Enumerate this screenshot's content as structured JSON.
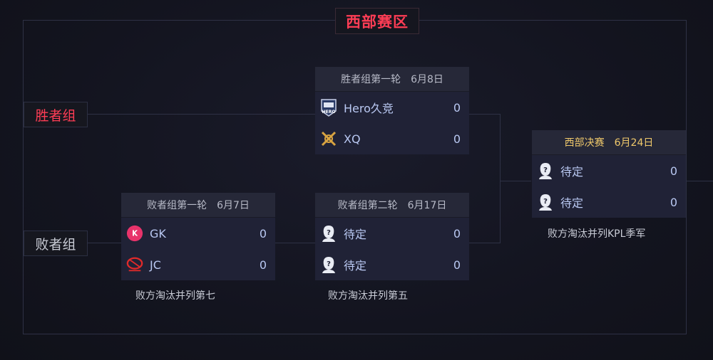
{
  "region_title": "西部赛区",
  "sides": {
    "winner": "胜者组",
    "loser": "败者组"
  },
  "matches": {
    "winner_r1": {
      "name": "胜者组第一轮",
      "date": "6月8日",
      "teams": [
        {
          "name": "Hero久竞",
          "score": "0",
          "logo": "hero-logo"
        },
        {
          "name": "XQ",
          "score": "0",
          "logo": "xq-logo"
        }
      ]
    },
    "loser_r1": {
      "name": "败者组第一轮",
      "date": "6月7日",
      "teams": [
        {
          "name": "GK",
          "score": "0",
          "logo": "gk-logo"
        },
        {
          "name": "JC",
          "score": "0",
          "logo": "jc-logo"
        }
      ],
      "note": "败方淘汰并列第七"
    },
    "loser_r2": {
      "name": "败者组第二轮",
      "date": "6月17日",
      "teams": [
        {
          "name": "待定",
          "score": "0",
          "logo": "tbd-avatar-icon"
        },
        {
          "name": "待定",
          "score": "0",
          "logo": "tbd-avatar-icon"
        }
      ],
      "note": "败方淘汰并列第五"
    },
    "final": {
      "name": "西部决赛",
      "date": "6月24日",
      "teams": [
        {
          "name": "待定",
          "score": "0",
          "logo": "tbd-avatar-icon"
        },
        {
          "name": "待定",
          "score": "0",
          "logo": "tbd-avatar-icon"
        }
      ],
      "note": "败方淘汰并列KPL季军"
    }
  },
  "colors": {
    "accent_red": "#ff3d55",
    "final_gold": "#f0c96b",
    "team_text": "#b9c8f2"
  }
}
